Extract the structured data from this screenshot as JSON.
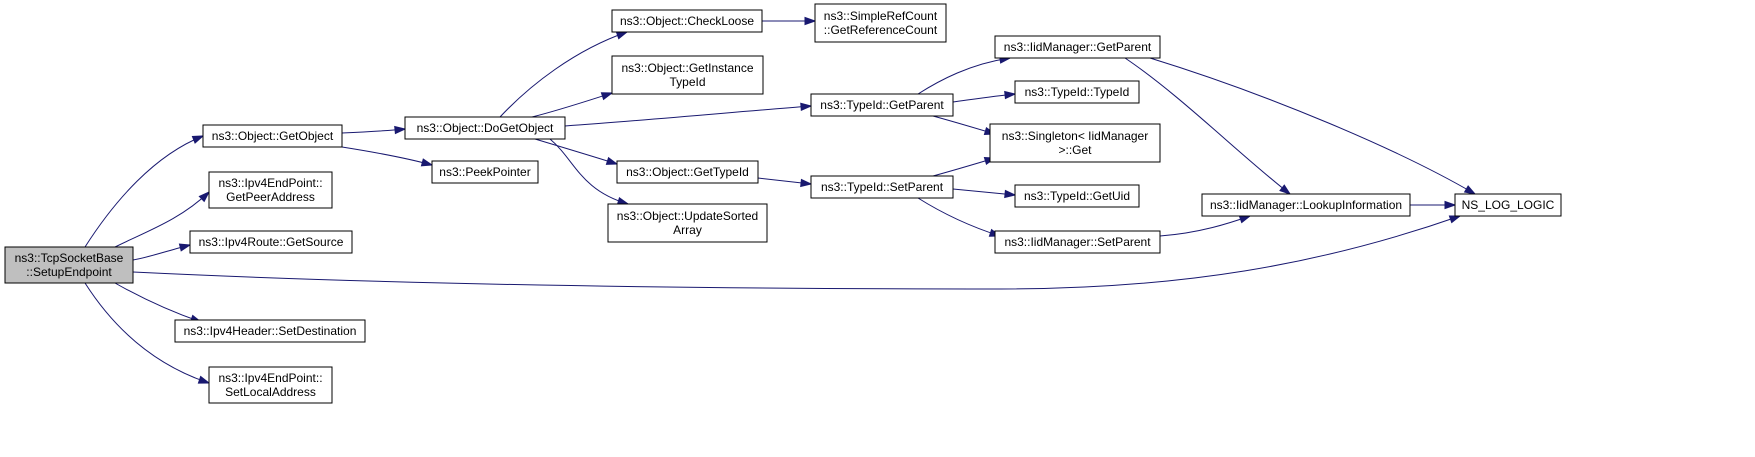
{
  "diagram": {
    "colors": {
      "edge": "#191970",
      "node_border": "#000000",
      "root_fill": "#bfbfbf",
      "node_fill": "#ffffff"
    },
    "nodes": [
      {
        "id": "setup_endpoint",
        "lines": [
          "ns3::TcpSocketBase",
          "::SetupEndpoint"
        ],
        "root": true
      },
      {
        "id": "get_object",
        "lines": [
          "ns3::Object::GetObject"
        ]
      },
      {
        "id": "ipv4ep_get_peer",
        "lines": [
          "ns3::Ipv4EndPoint::",
          "GetPeerAddress"
        ]
      },
      {
        "id": "ipv4route_get_source",
        "lines": [
          "ns3::Ipv4Route::GetSource"
        ]
      },
      {
        "id": "ipv4header_set_dest",
        "lines": [
          "ns3::Ipv4Header::SetDestination"
        ]
      },
      {
        "id": "ipv4ep_set_local",
        "lines": [
          "ns3::Ipv4EndPoint::",
          "SetLocalAddress"
        ]
      },
      {
        "id": "do_get_object",
        "lines": [
          "ns3::Object::DoGetObject"
        ]
      },
      {
        "id": "peek_pointer",
        "lines": [
          "ns3::PeekPointer"
        ]
      },
      {
        "id": "check_loose",
        "lines": [
          "ns3::Object::CheckLoose"
        ]
      },
      {
        "id": "get_instance_typeid",
        "lines": [
          "ns3::Object::GetInstance",
          "TypeId"
        ]
      },
      {
        "id": "object_get_typeid",
        "lines": [
          "ns3::Object::GetTypeId"
        ]
      },
      {
        "id": "update_sorted_array",
        "lines": [
          "ns3::Object::UpdateSorted",
          "Array"
        ]
      },
      {
        "id": "simple_refcount",
        "lines": [
          "ns3::SimpleRefCount",
          "::GetReferenceCount"
        ]
      },
      {
        "id": "typeid_get_parent",
        "lines": [
          "ns3::TypeId::GetParent"
        ]
      },
      {
        "id": "typeid_set_parent",
        "lines": [
          "ns3::TypeId::SetParent"
        ]
      },
      {
        "id": "iidmgr_get_parent",
        "lines": [
          "ns3::IidManager::GetParent"
        ]
      },
      {
        "id": "typeid_typeid",
        "lines": [
          "ns3::TypeId::TypeId"
        ]
      },
      {
        "id": "singleton_get",
        "lines": [
          "ns3::Singleton< IidManager",
          " >::Get"
        ]
      },
      {
        "id": "typeid_get_uid",
        "lines": [
          "ns3::TypeId::GetUid"
        ]
      },
      {
        "id": "iidmgr_set_parent",
        "lines": [
          "ns3::IidManager::SetParent"
        ]
      },
      {
        "id": "iidmgr_lookup",
        "lines": [
          "ns3::IidManager::LookupInformation"
        ]
      },
      {
        "id": "ns_log_logic",
        "lines": [
          "NS_LOG_LOGIC"
        ]
      }
    ],
    "edges": [
      {
        "from": "setup_endpoint",
        "to": "get_object"
      },
      {
        "from": "setup_endpoint",
        "to": "ipv4ep_get_peer"
      },
      {
        "from": "setup_endpoint",
        "to": "ipv4route_get_source"
      },
      {
        "from": "setup_endpoint",
        "to": "ns_log_logic"
      },
      {
        "from": "setup_endpoint",
        "to": "ipv4header_set_dest"
      },
      {
        "from": "setup_endpoint",
        "to": "ipv4ep_set_local"
      },
      {
        "from": "get_object",
        "to": "do_get_object"
      },
      {
        "from": "get_object",
        "to": "peek_pointer"
      },
      {
        "from": "do_get_object",
        "to": "check_loose"
      },
      {
        "from": "do_get_object",
        "to": "get_instance_typeid"
      },
      {
        "from": "do_get_object",
        "to": "typeid_get_parent"
      },
      {
        "from": "do_get_object",
        "to": "object_get_typeid"
      },
      {
        "from": "do_get_object",
        "to": "update_sorted_array"
      },
      {
        "from": "check_loose",
        "to": "simple_refcount"
      },
      {
        "from": "object_get_typeid",
        "to": "typeid_set_parent"
      },
      {
        "from": "typeid_get_parent",
        "to": "iidmgr_get_parent"
      },
      {
        "from": "typeid_get_parent",
        "to": "typeid_typeid"
      },
      {
        "from": "typeid_get_parent",
        "to": "singleton_get"
      },
      {
        "from": "typeid_set_parent",
        "to": "singleton_get"
      },
      {
        "from": "typeid_set_parent",
        "to": "typeid_get_uid"
      },
      {
        "from": "typeid_set_parent",
        "to": "iidmgr_set_parent"
      },
      {
        "from": "iidmgr_get_parent",
        "to": "iidmgr_lookup"
      },
      {
        "from": "iidmgr_get_parent",
        "to": "ns_log_logic"
      },
      {
        "from": "iidmgr_set_parent",
        "to": "iidmgr_lookup"
      },
      {
        "from": "iidmgr_lookup",
        "to": "ns_log_logic"
      }
    ]
  }
}
